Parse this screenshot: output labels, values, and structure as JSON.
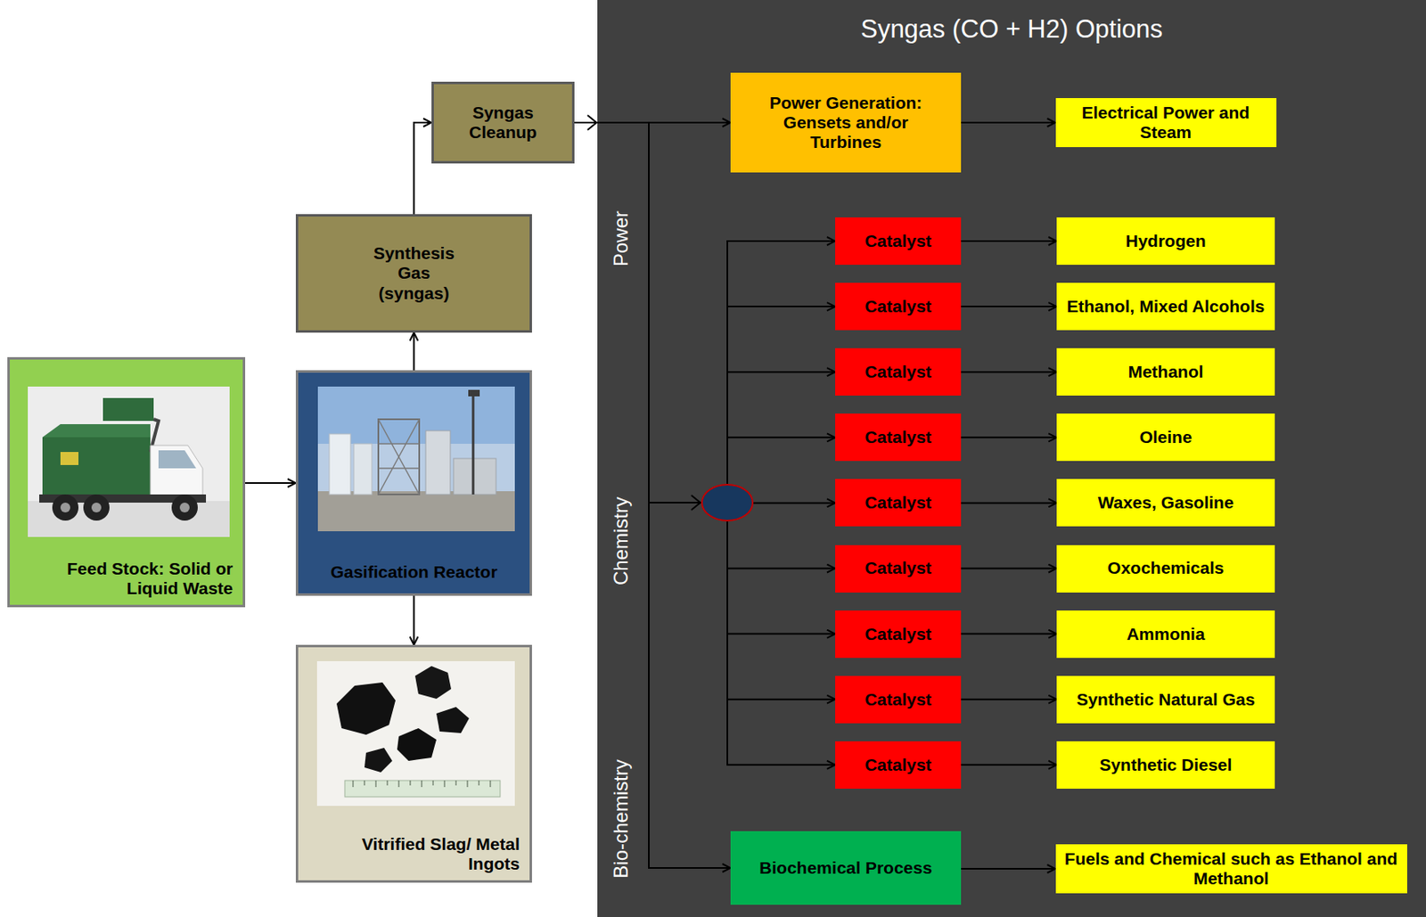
{
  "diagram": {
    "nodes": [
      {
        "text": [
          "Feed Stock: Solid or Liquid Waste"
        ]
      },
      {
        "text": [
          "Gasification Reactor"
        ]
      },
      {
        "text": [
          "Synthesis Gas (syngas)"
        ]
      },
      {
        "text": [
          "Syngas Cleanup"
        ]
      },
      {
        "text": [
          "Vitrified Slag/ Metal Ingots"
        ]
      },
      {
        "text": [
          "Syngas (CO + H2) Options"
        ]
      },
      {
        "text": [
          "Power Generation: Gensets and/or Turbines"
        ],
        "in": 5
      },
      {
        "text": [
          "Electrical Power and Steam"
        ],
        "in": 5
      },
      {
        "text": [
          "Catalyst"
        ],
        "in": 5
      },
      {
        "text": [
          "Hydrogen"
        ],
        "in": 5
      },
      {
        "text": [
          "Catalyst"
        ],
        "in": 5
      },
      {
        "text": [
          "Ethanol, Mixed Alcohols"
        ],
        "in": 5
      },
      {
        "text": [
          "Catalyst"
        ],
        "in": 5
      },
      {
        "text": [
          "Methanol"
        ],
        "in": 5
      },
      {
        "text": [
          "Catalyst"
        ],
        "in": 5
      },
      {
        "text": [
          "Oleine"
        ],
        "in": 5
      },
      {
        "text": [
          "Catalyst"
        ],
        "in": 5
      },
      {
        "text": [
          "Waxes, Gasoline"
        ],
        "in": 5
      },
      {
        "text": [
          "Catalyst"
        ],
        "in": 5
      },
      {
        "text": [
          "Oxochemicals"
        ],
        "in": 5
      },
      {
        "text": [
          "Catalyst"
        ],
        "in": 5
      },
      {
        "text": [
          "Ammonia"
        ],
        "in": 5
      },
      {
        "text": [
          "Catalyst"
        ],
        "in": 5
      },
      {
        "text": [
          "Synthetic Natural Gas"
        ],
        "in": 5
      },
      {
        "text": [
          "Catalyst"
        ],
        "in": 5
      },
      {
        "text": [
          "Synthetic Diesel"
        ],
        "in": 5
      },
      {
        "text": [
          "Biochemical Process"
        ],
        "in": 5
      },
      {
        "text": [
          "Fuels and Chemical such as Ethanol and Methanol"
        ],
        "in": 5
      }
    ],
    "edges": [
      {
        "from": 0,
        "to": 1,
        "arrow": "to"
      },
      {
        "from": 1,
        "to": 2,
        "arrow": "to"
      },
      {
        "from": 2,
        "to": 3,
        "arrow": "to"
      },
      {
        "from": 1,
        "to": 4,
        "arrow": "to"
      },
      {
        "from": 3,
        "to": 6,
        "arrow": "to"
      },
      {
        "from": 6,
        "to": 7,
        "arrow": "to"
      },
      {
        "from": 3,
        "to": 8,
        "arrow": "to"
      },
      {
        "from": 3,
        "to": 10,
        "arrow": "to"
      },
      {
        "from": 3,
        "to": 12,
        "arrow": "to"
      },
      {
        "from": 3,
        "to": 14,
        "arrow": "to"
      },
      {
        "from": 3,
        "to": 16,
        "arrow": "to"
      },
      {
        "from": 3,
        "to": 18,
        "arrow": "to"
      },
      {
        "from": 3,
        "to": 20,
        "arrow": "to"
      },
      {
        "from": 3,
        "to": 22,
        "arrow": "to"
      },
      {
        "from": 3,
        "to": 24,
        "arrow": "to"
      },
      {
        "from": 8,
        "to": 9,
        "arrow": "to"
      },
      {
        "from": 10,
        "to": 11,
        "arrow": "to"
      },
      {
        "from": 12,
        "to": 13,
        "arrow": "to"
      },
      {
        "from": 14,
        "to": 15,
        "arrow": "to"
      },
      {
        "from": 16,
        "to": 17,
        "arrow": "to"
      },
      {
        "from": 18,
        "to": 19,
        "arrow": "to"
      },
      {
        "from": 20,
        "to": 21,
        "arrow": "to"
      },
      {
        "from": 22,
        "to": 23,
        "arrow": "to"
      },
      {
        "from": 24,
        "to": 25,
        "arrow": "to"
      },
      {
        "from": 3,
        "to": 26,
        "arrow": "to"
      },
      {
        "from": 26,
        "to": 27,
        "arrow": "to"
      }
    ],
    "labels": [
      "Power",
      "Chemistry",
      "Bio-chemistry"
    ]
  }
}
